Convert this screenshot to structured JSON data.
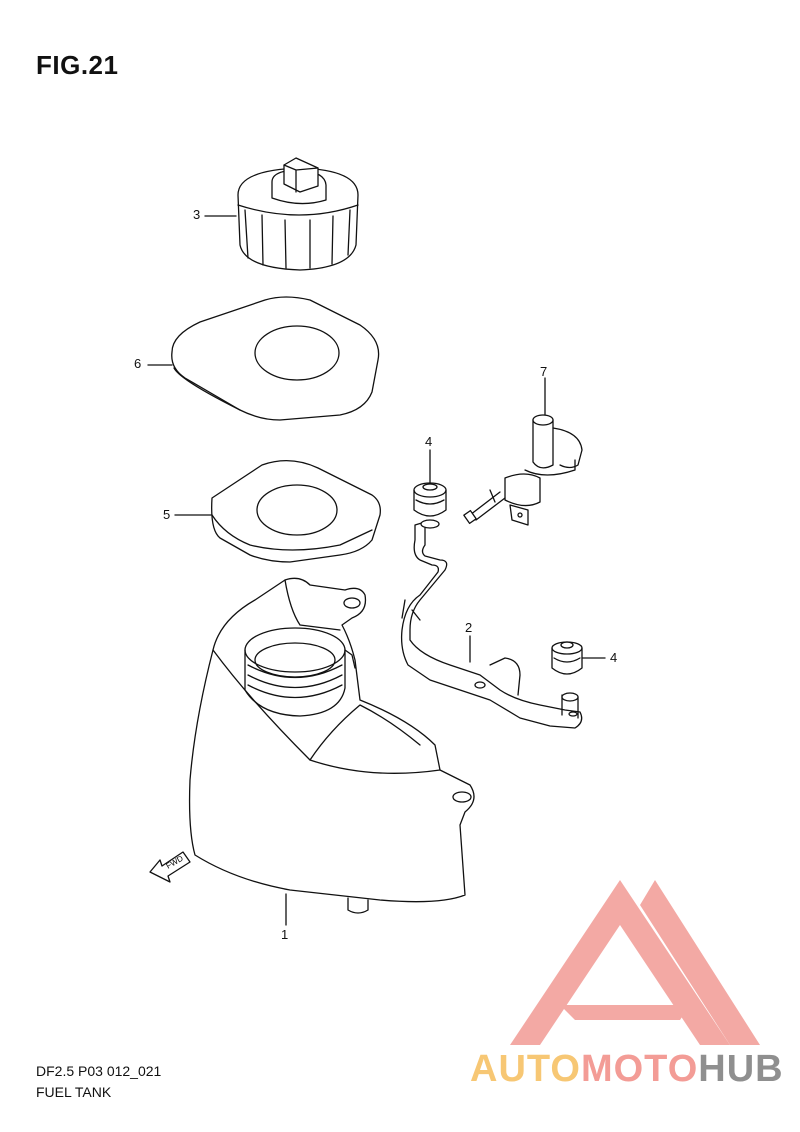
{
  "figure": {
    "title": "FIG.21"
  },
  "callouts": {
    "c1": "1",
    "c2": "2",
    "c3": "3",
    "c4a": "4",
    "c4b": "4",
    "c5": "5",
    "c6": "6",
    "c7": "7"
  },
  "fwd_label": "FWD",
  "footer": {
    "code": "DF2.5 P03 012_021",
    "name": "FUEL TANK"
  },
  "watermark": {
    "part1": "AUTO",
    "part2": "MOTO",
    "part3": "HUB"
  },
  "colors": {
    "logo_red": "#f29b95",
    "logo_yellow": "#f7c774",
    "logo_gray": "#8f8f8f"
  }
}
